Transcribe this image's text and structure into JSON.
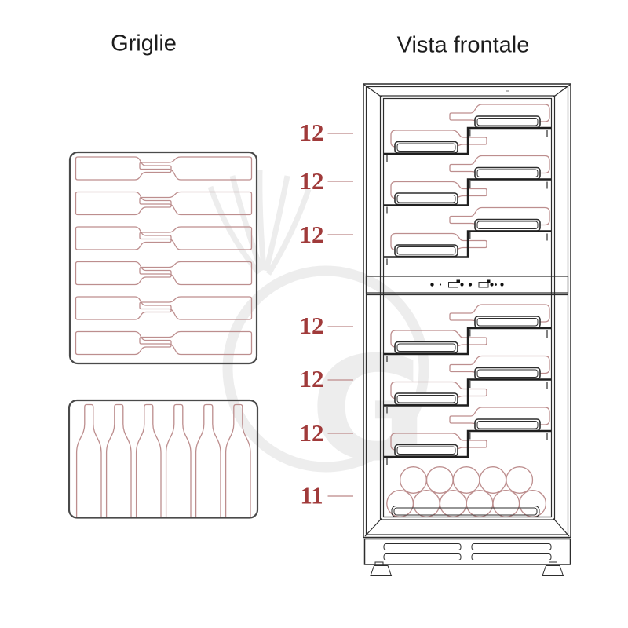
{
  "titles": {
    "left": "Griglie",
    "right": "Vista frontale"
  },
  "capacity_labels": [
    {
      "shelf": "upper-zone-shelf-1",
      "value": "12"
    },
    {
      "shelf": "upper-zone-shelf-2",
      "value": "12"
    },
    {
      "shelf": "upper-zone-shelf-3",
      "value": "12"
    },
    {
      "shelf": "lower-zone-shelf-1",
      "value": "12"
    },
    {
      "shelf": "lower-zone-shelf-2",
      "value": "12"
    },
    {
      "shelf": "lower-zone-shelf-3",
      "value": "12"
    },
    {
      "shelf": "base-bulk-rack",
      "value": "11"
    }
  ],
  "watermark": {
    "letter": "G"
  },
  "colors": {
    "number_red": "#a03a3a",
    "outline_red": "#bd8e8e",
    "leader_red": "#c79c9c",
    "line_dark": "#2d2d2d",
    "title_black": "#1c1c1c",
    "watermark_gray": "#ededed"
  }
}
